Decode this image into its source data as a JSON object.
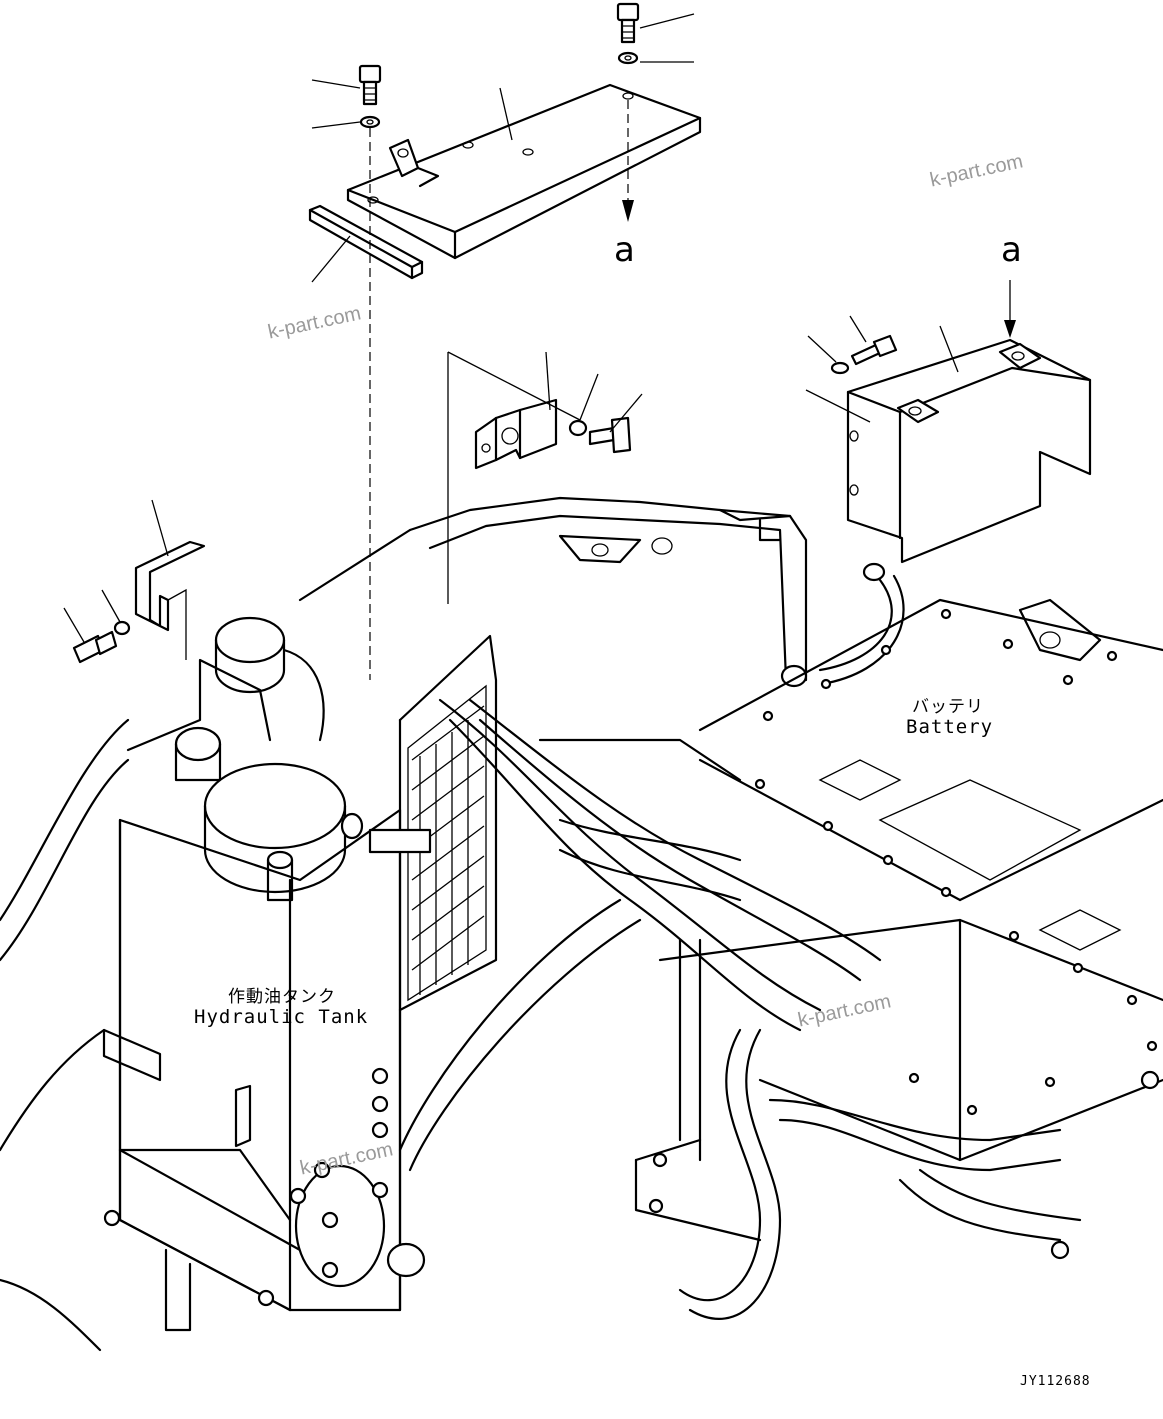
{
  "callout_letters": [
    "a",
    "a"
  ],
  "battery_label": {
    "jp": "バッテリ",
    "en": "Battery"
  },
  "tank_label": {
    "jp": "作動油タンク",
    "en": "Hydraulic Tank"
  },
  "watermarks": [
    "k-part.com",
    "k-part.com",
    "k-part.com",
    "k-part.com"
  ],
  "drawing_code": "JY112688"
}
